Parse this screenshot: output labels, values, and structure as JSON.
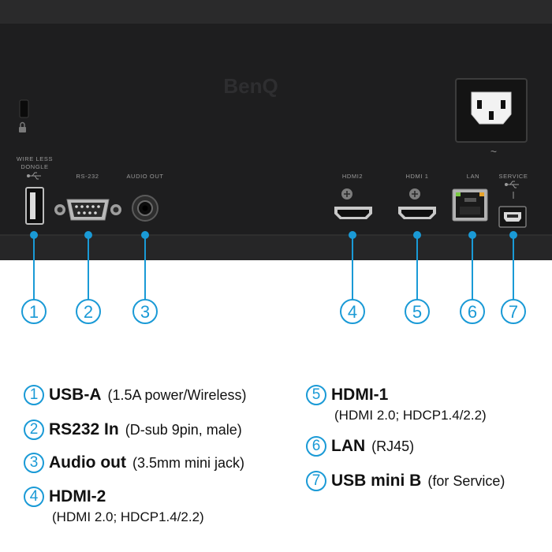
{
  "brand": "BenQ",
  "panel_labels": {
    "usb": [
      "WIRE LESS",
      "DONGLE"
    ],
    "rs232": "RS-232",
    "audio": "AUDIO OUT",
    "hdmi2": "HDMI2",
    "hdmi1": "HDMI 1",
    "lan": "LAN",
    "service": "SERVICE"
  },
  "ac_symbol": "~",
  "ports": [
    {
      "num": "1",
      "name": "USB-A",
      "detail": "(1.5A power/Wireless)",
      "sub": ""
    },
    {
      "num": "2",
      "name": "RS232 In",
      "detail": "(D-sub 9pin, male)",
      "sub": ""
    },
    {
      "num": "3",
      "name": "Audio out",
      "detail": "(3.5mm mini jack)",
      "sub": ""
    },
    {
      "num": "4",
      "name": "HDMI-2",
      "detail": "",
      "sub": "(HDMI 2.0; HDCP1.4/2.2)"
    },
    {
      "num": "5",
      "name": "HDMI-1",
      "detail": "",
      "sub": "(HDMI 2.0; HDCP1.4/2.2)"
    },
    {
      "num": "6",
      "name": "LAN",
      "detail": "(RJ45)",
      "sub": ""
    },
    {
      "num": "7",
      "name": "USB mini B",
      "detail": "(for Service)",
      "sub": ""
    }
  ],
  "colors": {
    "panel": "#1e1e1f",
    "accent": "#1a9ad6",
    "label": "#9a9a9a"
  }
}
